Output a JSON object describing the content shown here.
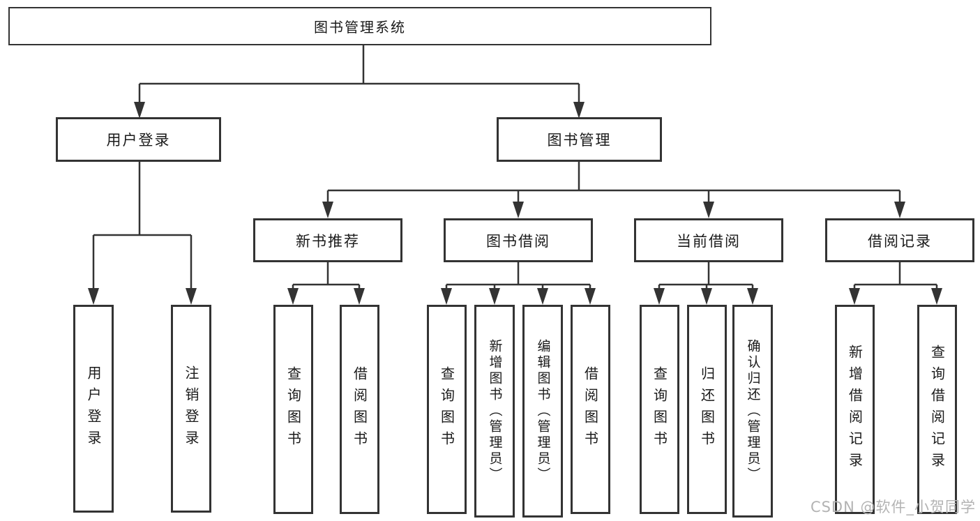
{
  "diagram": {
    "root": {
      "label": "图书管理系统"
    },
    "children": [
      {
        "label": "用户登录",
        "children": [
          {
            "label": "用户登录"
          },
          {
            "label": "注销登录"
          }
        ]
      },
      {
        "label": "图书管理",
        "children": [
          {
            "label": "新书推荐",
            "children": [
              {
                "label": "查询图书"
              },
              {
                "label": "借阅图书"
              }
            ]
          },
          {
            "label": "图书借阅",
            "children": [
              {
                "label": "查询图书"
              },
              {
                "label": "新增图书（管理员）"
              },
              {
                "label": "编辑图书（管理员）"
              },
              {
                "label": "借阅图书"
              }
            ]
          },
          {
            "label": "当前借阅",
            "children": [
              {
                "label": "查询图书"
              },
              {
                "label": "归还图书"
              },
              {
                "label": "确认归还（管理员）"
              }
            ]
          },
          {
            "label": "借阅记录",
            "children": [
              {
                "label": "新增借阅记录"
              },
              {
                "label": "查询借阅记录"
              }
            ]
          }
        ]
      }
    ]
  },
  "watermark": {
    "text": "CSDN @软件_小贺同学"
  },
  "colors": {
    "line": "#333333",
    "text": "#1a1a1a",
    "watermark": "#b3b3b3",
    "background": "#ffffff"
  }
}
